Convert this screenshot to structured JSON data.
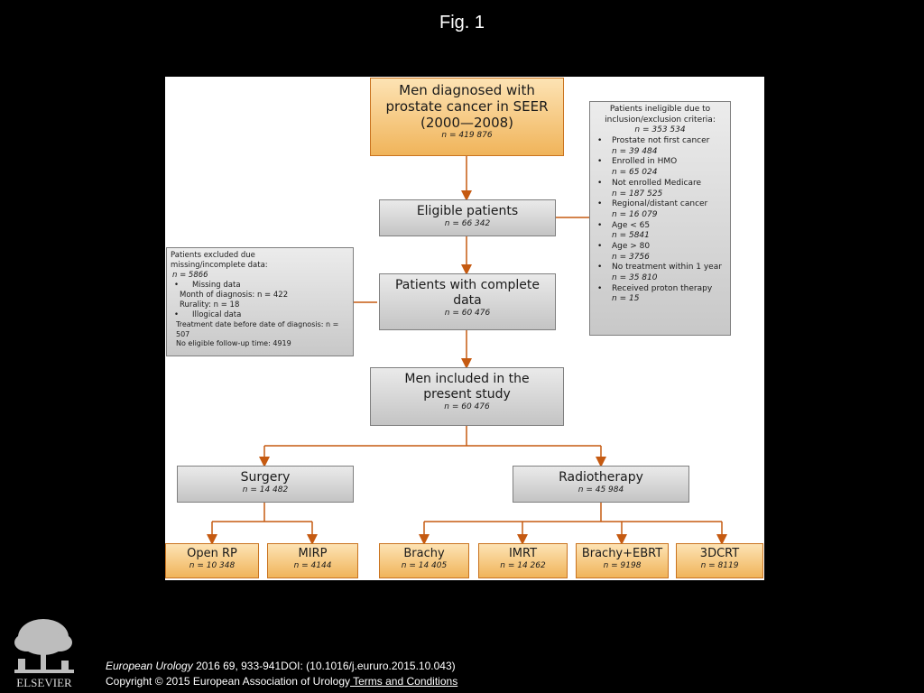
{
  "slide_title": "Fig. 1",
  "colors": {
    "background": "#000000",
    "panel": "#ffffff",
    "connector": "#c55a11",
    "box_gray": "#d0d0d0",
    "box_orange": "#f5c27a"
  },
  "flowchart": {
    "top": {
      "lines": [
        "Men diagnosed with",
        "prostate cancer in SEER",
        "(2000—2008)"
      ],
      "n": "n = 419 876"
    },
    "eligible": {
      "lines": [
        "Eligible patients"
      ],
      "n": "n = 66 342"
    },
    "complete": {
      "lines": [
        "Patients with complete",
        "data"
      ],
      "n": "n = 60 476"
    },
    "included": {
      "lines": [
        "Men included in the",
        "present study"
      ],
      "n": "n = 60 476"
    },
    "surgery": {
      "lines": [
        "Surgery"
      ],
      "n": "n = 14 482"
    },
    "radiotherapy": {
      "lines": [
        "Radiotherapy"
      ],
      "n": "n = 45 984"
    },
    "leaves": [
      {
        "name": "Open RP",
        "n": "n = 10 348"
      },
      {
        "name": "MIRP",
        "n": "n = 4144"
      },
      {
        "name": "Brachy",
        "n": "n = 14 405"
      },
      {
        "name": "IMRT",
        "n": "n = 14 262"
      },
      {
        "name": "Brachy+EBRT",
        "n": "n = 9198"
      },
      {
        "name": "3DCRT",
        "n": "n = 8119"
      }
    ],
    "ineligible": {
      "heading": [
        "Patients ineligible due to",
        "inclusion/exclusion criteria:"
      ],
      "n": "n = 353 534",
      "items": [
        {
          "label": "Prostate not first cancer",
          "n": "n = 39 484"
        },
        {
          "label": "Enrolled in HMO",
          "n": "n = 65 024"
        },
        {
          "label": "Not enrolled Medicare",
          "n": "n = 187 525"
        },
        {
          "label": "Regional/distant cancer",
          "n": "n = 16 079"
        },
        {
          "label": "Age < 65",
          "n": "n = 5841"
        },
        {
          "label": "Age > 80",
          "n": "n = 3756"
        },
        {
          "label": "No treatment within 1 year",
          "n": "n = 35 810"
        },
        {
          "label": "Received proton therapy",
          "n": "n = 15"
        }
      ]
    },
    "excluded": {
      "heading": [
        "Patients excluded due",
        "missing/incomplete data:"
      ],
      "n": "n = 5866",
      "missing_label": "Missing data",
      "missing_items": [
        "Month of diagnosis: n = 422",
        "Rurality: n = 18"
      ],
      "illogical_label": "Illogical data",
      "illogical_items": [
        "Treatment date before date of diagnosis: n = 507",
        "No eligible follow-up time: 4919"
      ]
    }
  },
  "footer": {
    "logo_text": "ELSEVIER",
    "journal": "European Urology",
    "citation": " 2016 69, 933-941DOI: (10.1016/j.eururo.2015.10.043)",
    "copyright": "Copyright © 2015 European Association of Urology",
    "terms_link": " Terms and Conditions"
  }
}
